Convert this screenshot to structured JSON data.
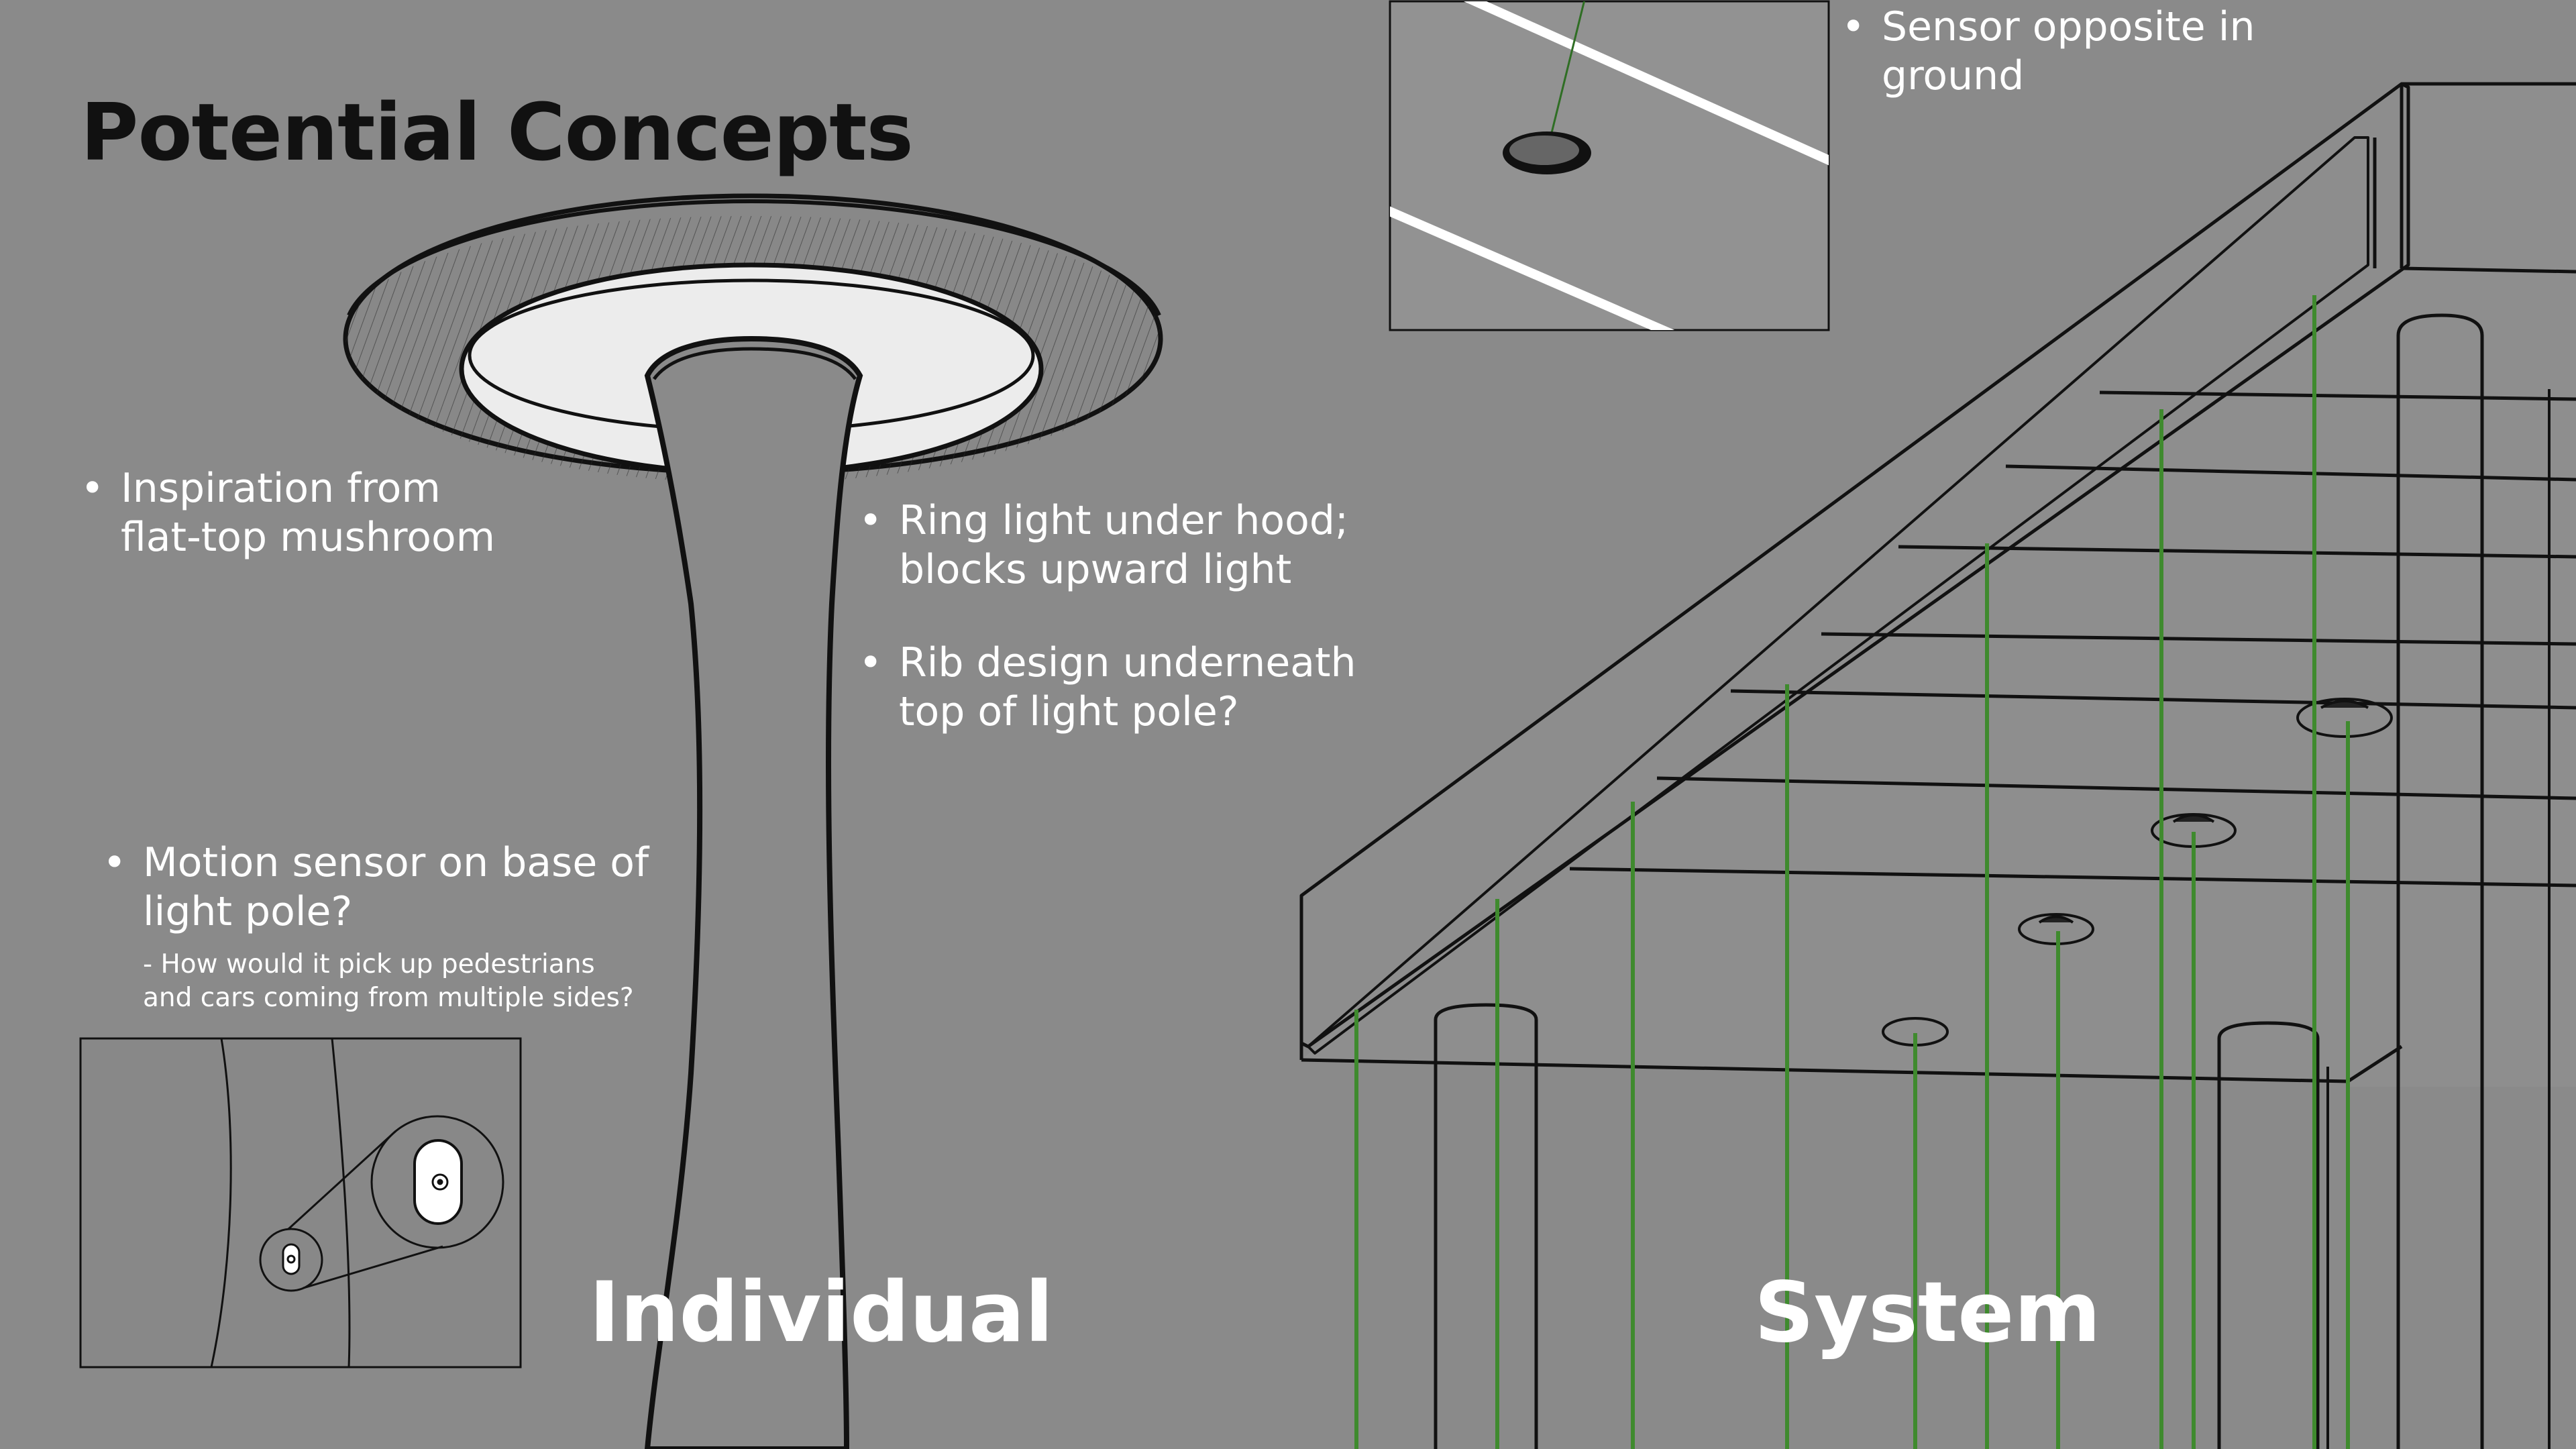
{
  "slide": {
    "title": "Potential Concepts",
    "bullets": {
      "inspiration": {
        "line1": "Inspiration from",
        "line2": "flat-top mushroom"
      },
      "ring_light": {
        "line1": "Ring light under hood;",
        "line2": "blocks upward light"
      },
      "rib_design": {
        "line1": "Rib design underneath",
        "line2": "top of light pole?"
      },
      "motion_sensor": {
        "line1": "Motion sensor on base of",
        "line2": "light pole?",
        "sub_line1": "- How would it pick up pedestrians",
        "sub_line2": "and cars coming from multiple sides?"
      },
      "sensor_ground": {
        "line1": "Sensor opposite in",
        "line2": "ground"
      }
    },
    "bullet_glyph": "•",
    "labels": {
      "individual": "Individual",
      "system": "System"
    }
  },
  "colors": {
    "background": "#8a8a8a",
    "outline": "#111111",
    "beam_green": "#3f8a2e",
    "hood_light": "#ececec",
    "text": "#ffffff"
  },
  "icons": [
    "mushroom-lamp-illustration",
    "motion-sensor-detail",
    "ground-sensor-detail",
    "canopy-structure-illustration"
  ]
}
